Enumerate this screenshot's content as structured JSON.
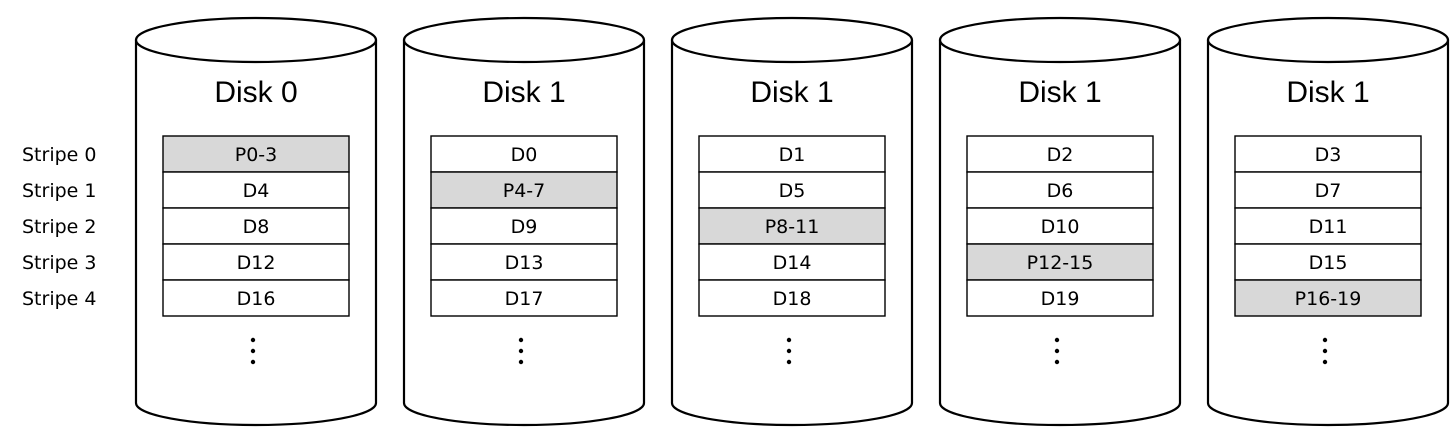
{
  "stripes": [
    "Stripe 0",
    "Stripe 1",
    "Stripe 2",
    "Stripe 3",
    "Stripe 4"
  ],
  "disks": [
    {
      "title": "Disk 0",
      "cells": [
        "P0-3",
        "D4",
        "D8",
        "D12",
        "D16"
      ],
      "parity_row": 0
    },
    {
      "title": "Disk 1",
      "cells": [
        "D0",
        "P4-7",
        "D9",
        "D13",
        "D17"
      ],
      "parity_row": 1
    },
    {
      "title": "Disk 1",
      "cells": [
        "D1",
        "D5",
        "P8-11",
        "D14",
        "D18"
      ],
      "parity_row": 2
    },
    {
      "title": "Disk 1",
      "cells": [
        "D2",
        "D6",
        "D10",
        "P12-15",
        "D19"
      ],
      "parity_row": 3
    },
    {
      "title": "Disk 1",
      "cells": [
        "D3",
        "D7",
        "D11",
        "D15",
        "P16-19"
      ],
      "parity_row": 4
    }
  ],
  "colors": {
    "parity_fill": "#d8d8d8",
    "data_fill": "#ffffff",
    "stroke": "#000000"
  },
  "continuation_icon": "vertical-ellipsis-icon"
}
